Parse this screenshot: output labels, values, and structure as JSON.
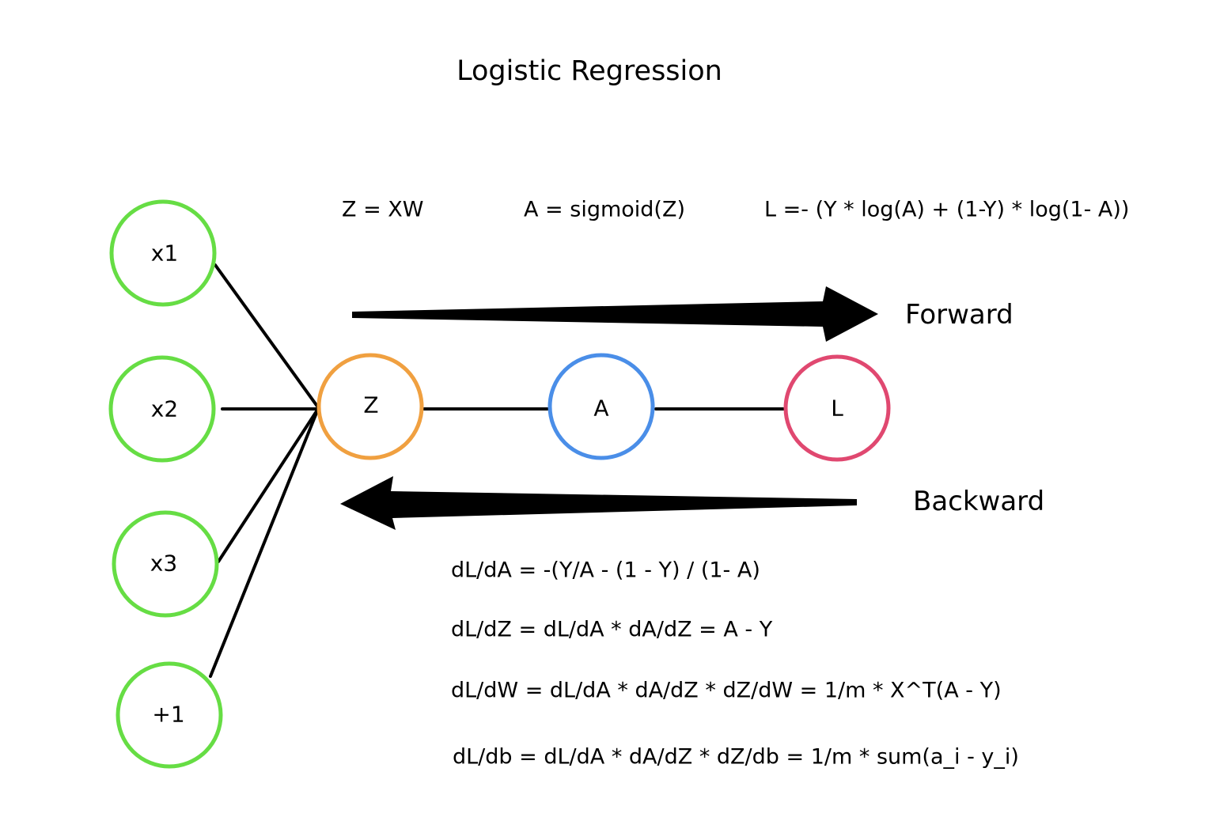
{
  "title": "Logistic Regression",
  "nodes": {
    "x1": {
      "label": "x1",
      "color": "#66dd44"
    },
    "x2": {
      "label": "x2",
      "color": "#66dd44"
    },
    "x3": {
      "label": "x3",
      "color": "#66dd44"
    },
    "bias": {
      "label": "+1",
      "color": "#66dd44"
    },
    "z": {
      "label": "Z",
      "color": "#f0a040"
    },
    "a": {
      "label": "A",
      "color": "#4a8ee8"
    },
    "l": {
      "label": "L",
      "color": "#e04870"
    }
  },
  "forward_equations": {
    "z": "Z = XW",
    "a": "A = sigmoid(Z)",
    "l": "L =- (Y * log(A) + (1-Y) * log(1- A))"
  },
  "directions": {
    "forward": "Forward",
    "backward": "Backward"
  },
  "backward_equations": [
    "dL/dA = -(Y/A - (1 - Y) / (1- A)",
    "dL/dZ = dL/dA * dA/dZ = A - Y",
    "dL/dW = dL/dA * dA/dZ * dZ/dW = 1/m * X^T(A - Y)",
    "dL/db = dL/dA * dA/dZ * dZ/db = 1/m * sum(a_i - y_i)"
  ]
}
